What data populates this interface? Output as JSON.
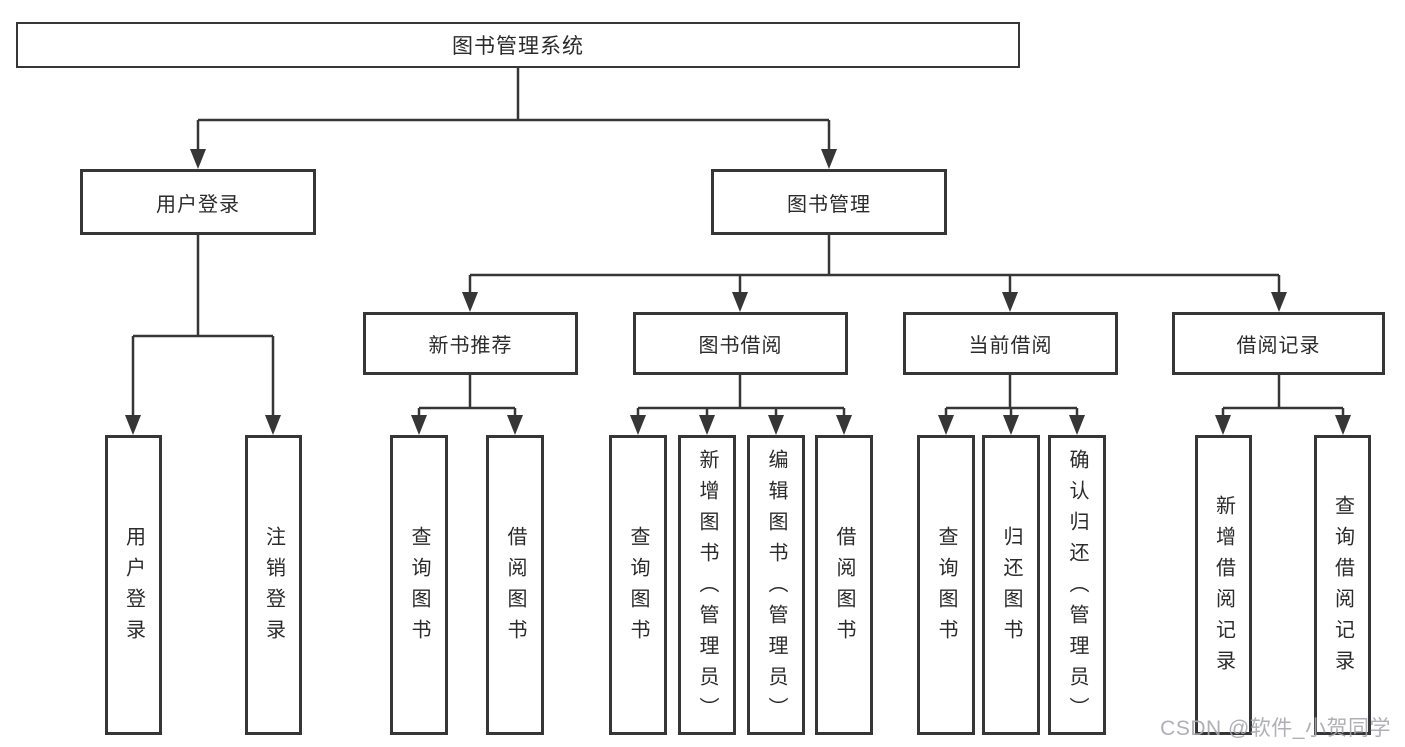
{
  "diagram_title": "图书管理系统",
  "watermark": "CSDN @软件_小贺同学",
  "colors": {
    "line": "#363636",
    "border": "#363636",
    "text": "#2b2b2b",
    "watermark": "#a7a7b0",
    "background": "#ffffff"
  },
  "nodes": {
    "root": {
      "label": "图书管理系统"
    },
    "user_login": {
      "label": "用户登录"
    },
    "book_mgmt": {
      "label": "图书管理"
    },
    "new_book_rec": {
      "label": "新书推荐"
    },
    "book_borrow": {
      "label": "图书借阅"
    },
    "current_borrow": {
      "label": "当前借阅"
    },
    "borrow_record": {
      "label": "借阅记录"
    },
    "leaf_user_login": {
      "label": "用户登录"
    },
    "leaf_logout": {
      "label": "注销登录"
    },
    "leaf_nb_query": {
      "label": "查询图书"
    },
    "leaf_nb_borrow": {
      "label": "借阅图书"
    },
    "leaf_bb_query": {
      "label": "查询图书"
    },
    "leaf_bb_add": {
      "label": "新增图书（管理员）"
    },
    "leaf_bb_edit": {
      "label": "编辑图书（管理员）"
    },
    "leaf_bb_borrow": {
      "label": "借阅图书"
    },
    "leaf_cb_query": {
      "label": "查询图书"
    },
    "leaf_cb_return": {
      "label": "归还图书"
    },
    "leaf_cb_confirm": {
      "label": "确认归还（管理员）"
    },
    "leaf_br_add": {
      "label": "新增借阅记录"
    },
    "leaf_br_query": {
      "label": "查询借阅记录"
    }
  },
  "structure": {
    "root": [
      "user_login",
      "book_mgmt"
    ],
    "user_login": [
      "leaf_user_login",
      "leaf_logout"
    ],
    "book_mgmt": [
      "new_book_rec",
      "book_borrow",
      "current_borrow",
      "borrow_record"
    ],
    "new_book_rec": [
      "leaf_nb_query",
      "leaf_nb_borrow"
    ],
    "book_borrow": [
      "leaf_bb_query",
      "leaf_bb_add",
      "leaf_bb_edit",
      "leaf_bb_borrow"
    ],
    "current_borrow": [
      "leaf_cb_query",
      "leaf_cb_return",
      "leaf_cb_confirm"
    ],
    "borrow_record": [
      "leaf_br_add",
      "leaf_br_query"
    ]
  }
}
